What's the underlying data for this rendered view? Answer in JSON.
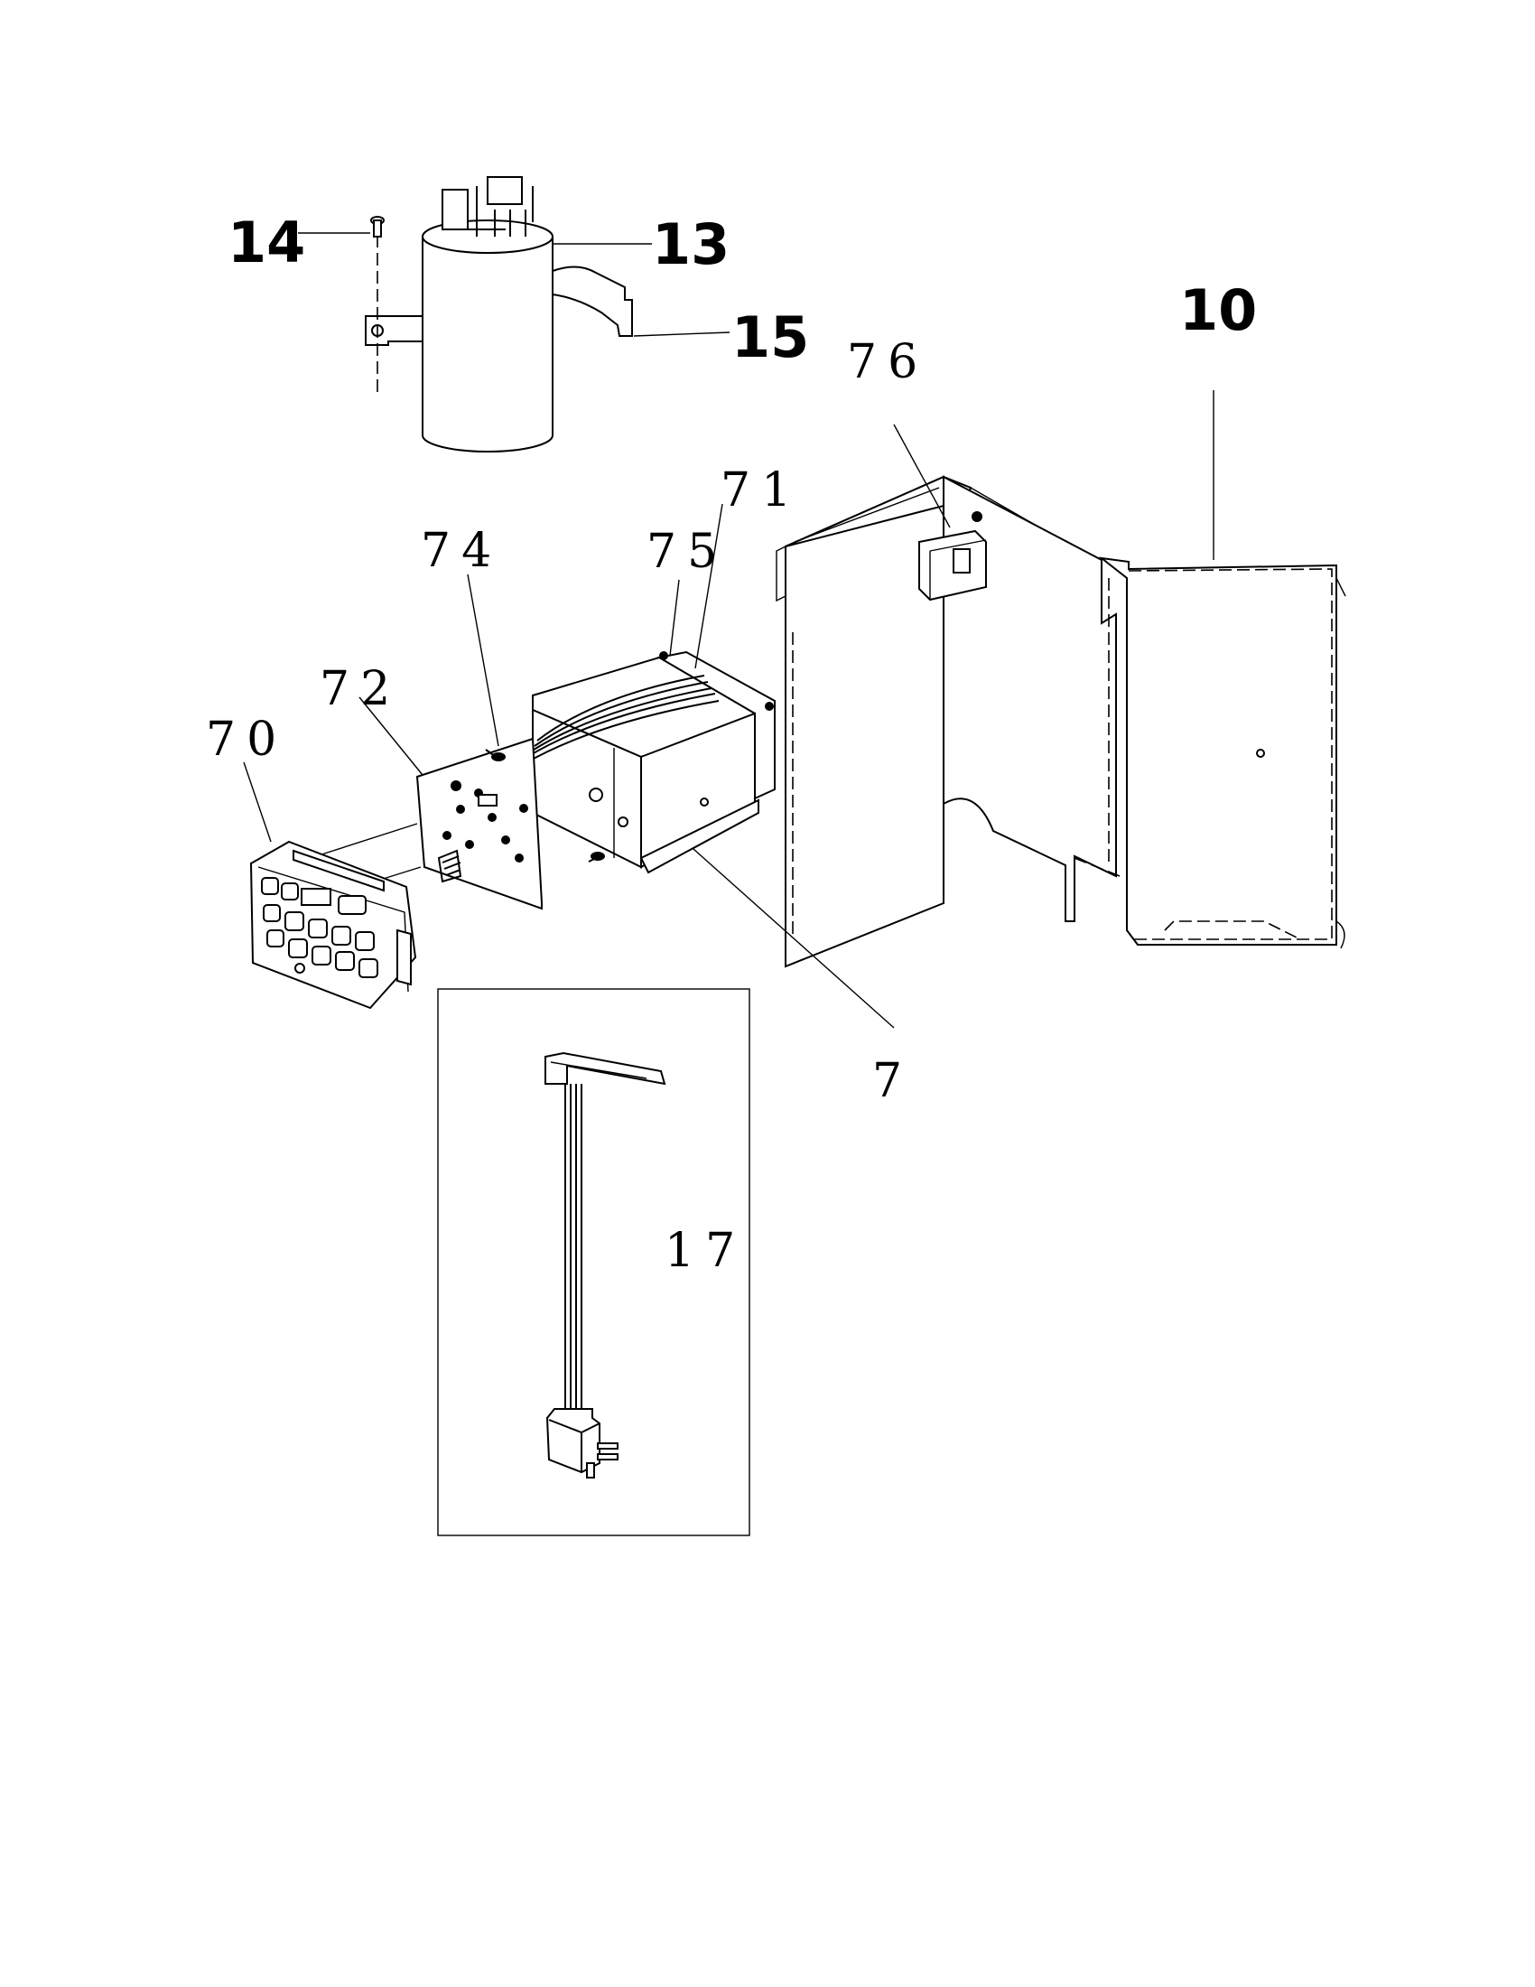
{
  "callouts": {
    "screw": "14",
    "capacitor": "13",
    "bracket": "15",
    "housing": "10",
    "transformer": "76",
    "control_box": "71",
    "wire_harness": "75",
    "pcb_screw": "74",
    "circuit_board": "72",
    "control_panel": "70",
    "electrical_assembly": "7",
    "power_cord": "17"
  }
}
